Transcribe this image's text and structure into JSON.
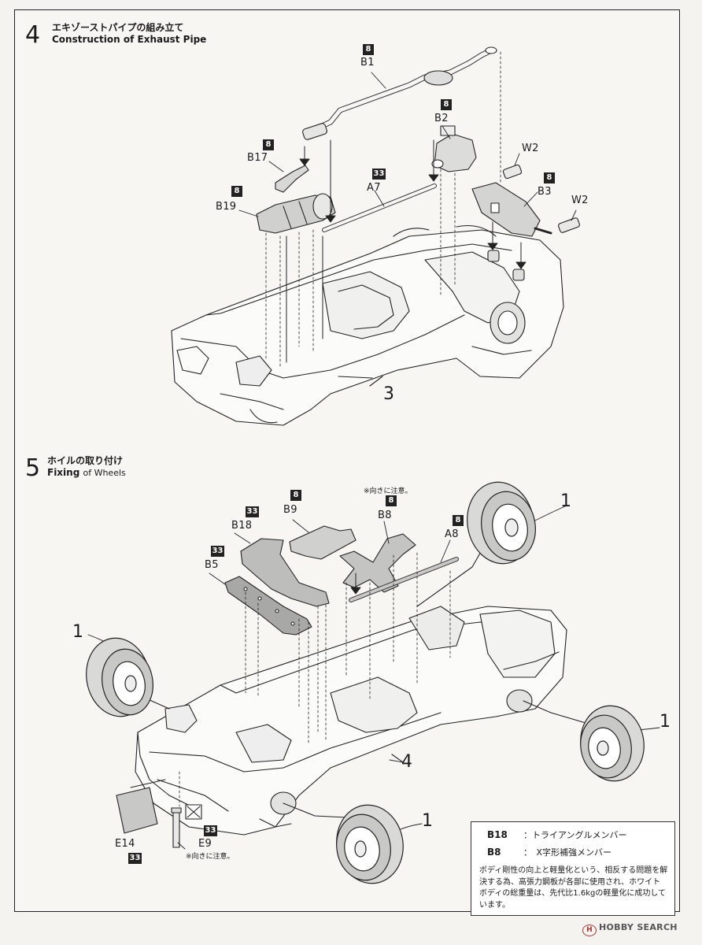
{
  "step4": {
    "number": "4",
    "title_jp": "エキゾーストパイプの組み立て",
    "title_en": "Construction of Exhaust Pipe",
    "chassis_label": "3",
    "parts": [
      {
        "id": "B1",
        "badge": "8"
      },
      {
        "id": "B2",
        "badge": "8"
      },
      {
        "id": "B17",
        "badge": "8"
      },
      {
        "id": "B19",
        "badge": "8"
      },
      {
        "id": "A7",
        "badge": "33"
      },
      {
        "id": "B3",
        "badge": "8"
      },
      {
        "id": "W2_a",
        "label": "W2"
      },
      {
        "id": "W2_b",
        "label": "W2"
      }
    ]
  },
  "step5": {
    "number": "5",
    "title_jp": "ホイルの取り付け",
    "title_en_main": "Fixing",
    "title_en_rest": "of Wheels",
    "chassis_label": "4",
    "caution_note": "※向きに注意。",
    "caution_note2": "※向きに注意。",
    "wheel_label": "1",
    "parts": [
      {
        "id": "B18",
        "badge": "33"
      },
      {
        "id": "B9",
        "badge": "8"
      },
      {
        "id": "B8",
        "badge": "8"
      },
      {
        "id": "A8",
        "badge": "8"
      },
      {
        "id": "B5",
        "badge": "33"
      },
      {
        "id": "E9",
        "badge": "33"
      },
      {
        "id": "E14",
        "badge": "33"
      }
    ]
  },
  "infobox": {
    "b18_code": "B18",
    "b18_desc": "：トライアングルメンバー",
    "b8_code": "B8",
    "b8_desc": "：　X字形補強メンバー",
    "paragraph": "ボディ剛性の向上と軽量化という、相反する問題を解決する為、高張力鋼板が各部に使用され、ホワイトボディの総重量は、先代比1.6kgの軽量化に成功しています。"
  },
  "footer": {
    "logo_text": "H",
    "text": "HOBBY SEARCH"
  }
}
